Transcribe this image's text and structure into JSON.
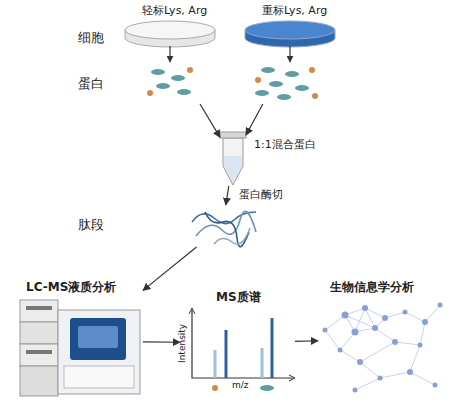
{
  "diagram": {
    "nodes": [
      {
        "text": [
          "轻标Lys, Arg"
        ]
      },
      {
        "text": [
          "重标Lys, Arg"
        ]
      },
      {
        "text": [
          "1:1混合蛋白"
        ]
      },
      {
        "text": [
          "肽段"
        ]
      },
      {
        "text": [
          "LC-MS液质分析"
        ]
      },
      {
        "text": [
          "MS质谱"
        ]
      },
      {
        "text": [
          "生物信息学分析"
        ]
      }
    ],
    "edges": [
      {
        "from": 0,
        "to": 2,
        "arrow": "to"
      },
      {
        "from": 1,
        "to": 2,
        "arrow": "to"
      },
      {
        "from": 2,
        "to": 3,
        "arrow": "to",
        "label": "蛋白酶切"
      },
      {
        "from": 3,
        "to": 4,
        "arrow": "to"
      },
      {
        "from": 4,
        "to": 5,
        "arrow": "to"
      },
      {
        "from": 5,
        "to": 6,
        "arrow": "to"
      }
    ],
    "labels": [
      "细胞",
      "蛋白",
      "Intensity",
      "m/z"
    ]
  }
}
